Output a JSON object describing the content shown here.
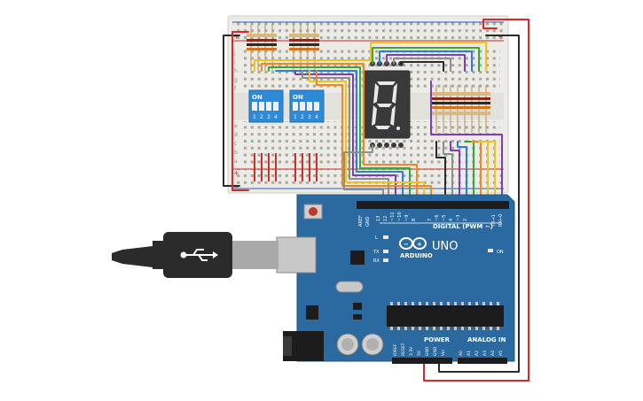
{
  "breadboard": {
    "rail_plus": "+",
    "rail_minus": "−",
    "row_labels_top": [
      "j",
      "i",
      "h",
      "g",
      "f"
    ],
    "row_labels_bottom": [
      "e",
      "d",
      "c",
      "b",
      "a"
    ]
  },
  "dip_switches": [
    {
      "on_label": "ON",
      "positions": [
        "1",
        "2",
        "3",
        "4"
      ]
    },
    {
      "on_label": "ON",
      "positions": [
        "1",
        "2",
        "3",
        "4"
      ]
    }
  ],
  "seven_segment": {
    "digit": "8",
    "color": "#e8e8e8"
  },
  "arduino": {
    "brand": "ARDUINO",
    "model": "UNO",
    "digital_header": "DIGITAL (PWM ~)",
    "power_header": "POWER",
    "analog_header": "ANALOG IN",
    "aref": "AREF",
    "gnd": "GND",
    "digital_pins": [
      "13",
      "12",
      "~11",
      "~10",
      "~9",
      "8",
      "7",
      "~6",
      "~5",
      "4",
      "~3",
      "2",
      "TX→1",
      "RX←0"
    ],
    "power_pins": [
      "IOREF",
      "RESET",
      "3.3V",
      "5V",
      "GND",
      "GND",
      "Vin"
    ],
    "analog_pins": [
      "A0",
      "A1",
      "A2",
      "A3",
      "A4",
      "A5"
    ],
    "leds": [
      "L",
      "TX",
      "RX"
    ],
    "on_led": "ON"
  },
  "colors": {
    "board_blue": "#2a6aa0",
    "board_dark": "#1f557f",
    "breadboard": "#ecebe6",
    "wire_red": "#d42a2a",
    "wire_black": "#2b2b2b",
    "wire_yellow": "#f2c31a",
    "wire_orange": "#ef8a1c",
    "wire_green": "#3aa63a",
    "wire_blue": "#2c7fd6",
    "wire_purple": "#7a3fb0",
    "wire_gray": "#8d8d8d"
  }
}
